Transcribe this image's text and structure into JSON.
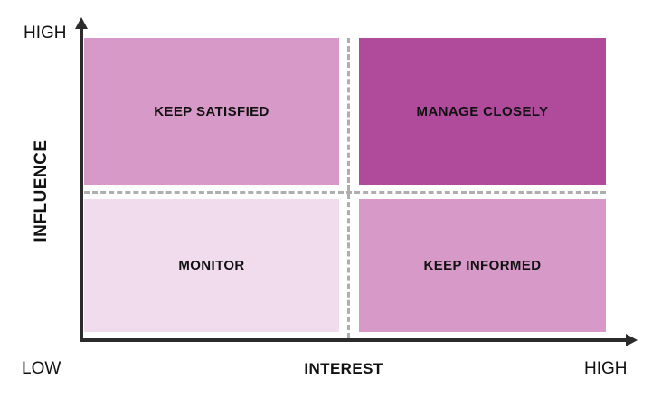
{
  "diagram": {
    "type": "2x2-matrix",
    "name": "stakeholder-power-interest-grid"
  },
  "axes": {
    "y": {
      "title": "INFLUENCE",
      "high_label": "HIGH",
      "low_label": "LOW"
    },
    "x": {
      "title": "INTEREST",
      "low_label": "LOW",
      "high_label": "HIGH"
    }
  },
  "quadrants": [
    {
      "id": "keep-satisfied",
      "label": "KEEP SATISFIED",
      "color": "#d79ac8",
      "interest": "low",
      "influence": "high"
    },
    {
      "id": "manage-closely",
      "label": "MANAGE CLOSELY",
      "color": "#b04a9b",
      "interest": "high",
      "influence": "high"
    },
    {
      "id": "monitor",
      "label": "MONITOR",
      "color": "#f0dced",
      "interest": "low",
      "influence": "low"
    },
    {
      "id": "keep-informed",
      "label": "KEEP INFORMED",
      "color": "#d79ac8",
      "interest": "high",
      "influence": "low"
    }
  ],
  "style": {
    "axis_color": "#2b2b2b",
    "divider_color": "#aeaeae",
    "text_color": "#111111",
    "background": "#ffffff"
  }
}
